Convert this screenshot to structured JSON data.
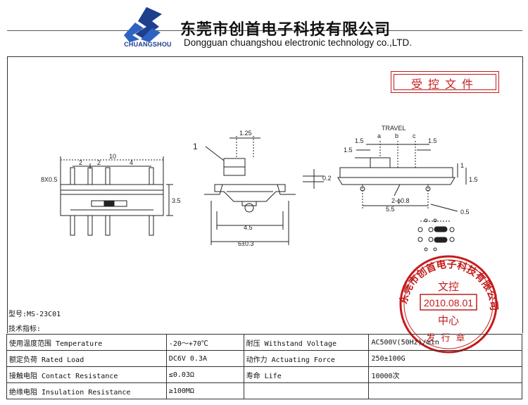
{
  "header": {
    "brand_logo_text": "CHUANGSHOU",
    "company_cn": "东莞市创首电子科技有限公司",
    "company_en": "Dongguan chuangshou electronic technology co.,LTD."
  },
  "stamp_box": {
    "label": "受控文件"
  },
  "drawing": {
    "labels": {
      "pitch_8x05": "8X0.5",
      "width_10": "10",
      "pitch_2a": "2",
      "pitch_2b": "2",
      "pitch_4": "4",
      "height_35": "3.5",
      "lever_125": "1.25",
      "pin_1": "1",
      "dim_02": "0.2",
      "dim_45": "4.5",
      "dim_6": "6±0.3",
      "travel": "TRAVEL",
      "pos_a": "a",
      "pos_b": "b",
      "pos_c": "c",
      "dim_15_left": "1.5",
      "dim_15_right": "1.5",
      "dim_15_left2": "1.5",
      "dim_1_right": "1",
      "dim_15_vert": "1.5",
      "hole_2phi08": "2-ϕ0.8",
      "dim_55": "5.5",
      "dim_05": "0.5"
    }
  },
  "seal": {
    "ring_text": "东莞市创首电子科技有限公司",
    "line1": "文控",
    "date": "2010.08.01",
    "line3": "中心",
    "bottom_text": "发行章"
  },
  "spec": {
    "model": "型号:MS-23C01",
    "title": "技术指标:",
    "rows": [
      [
        "使用温度范围 Temperature",
        "-20～+70℃",
        "耐压 Withstand Voltage",
        "AC500V(50Hz)/min"
      ],
      [
        "额定负荷 Rated Load",
        "DC6V 0.3A",
        "动作力 Actuating Force",
        "250±100G"
      ],
      [
        "接触电阻 Contact Resistance",
        "≤0.03Ω",
        "寿命 Life",
        "10000次"
      ],
      [
        "绝缘电阻 Insulation Resistance",
        "≥100MΩ",
        "",
        ""
      ]
    ]
  },
  "colors": {
    "logo_blue": "#1d3f8c",
    "seal_red": "#c41b1b",
    "line": "#333333"
  }
}
